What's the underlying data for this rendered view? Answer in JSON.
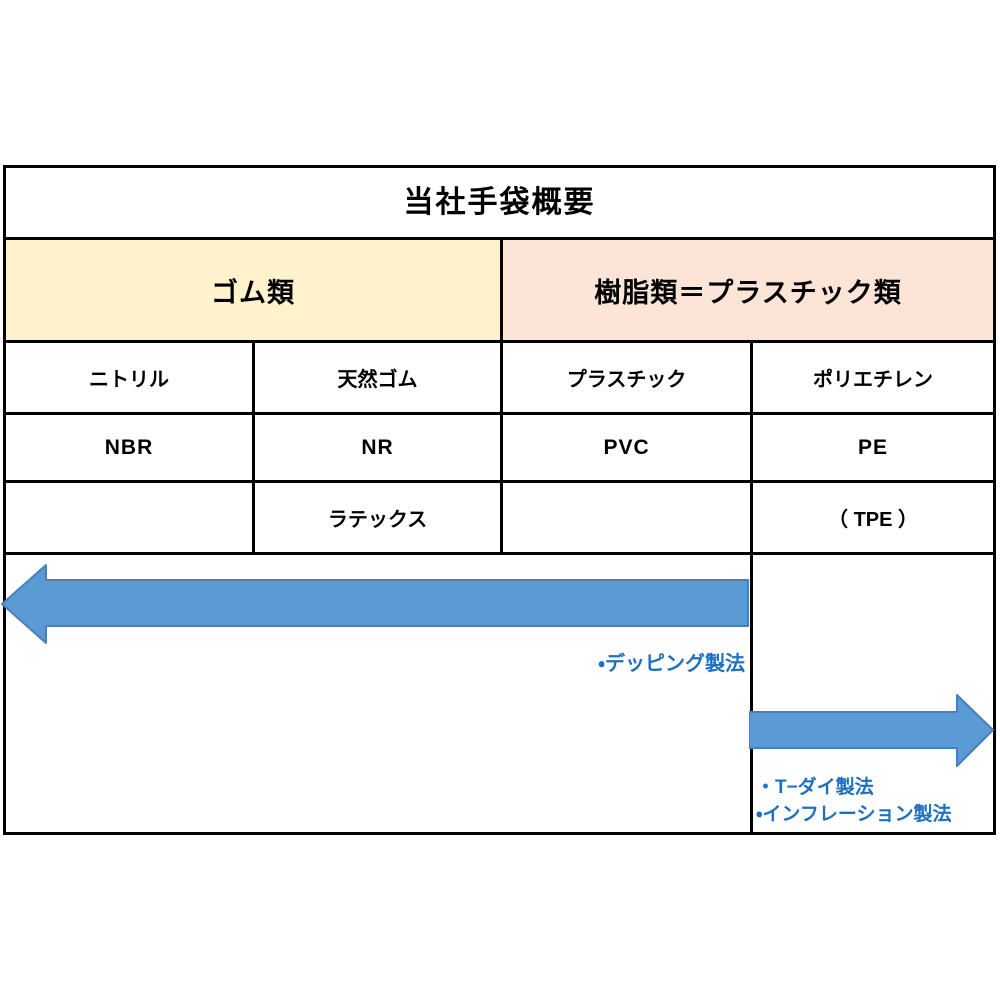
{
  "title": "当社手袋概要",
  "categories": {
    "rubber": {
      "label": "ゴム類"
    },
    "plastic": {
      "label": "樹脂類＝プラスチック類"
    }
  },
  "columns": [
    {
      "type": "ニトリル",
      "abbr": "NBR",
      "sub": ""
    },
    {
      "type": "天然ゴム",
      "abbr": "NR",
      "sub": "ラテックス"
    },
    {
      "type": "プラスチック",
      "abbr": "PVC",
      "sub": ""
    },
    {
      "type": "ポリエチレン",
      "abbr": "PE",
      "sub": "（ TPE ）"
    }
  ],
  "processes": {
    "dipping_label": "・デッピング製法",
    "tdie_label": "・T−ダイ製法",
    "inflation_label": "・インフレーション製法"
  },
  "colors": {
    "rubber_bg": "#FFF2CC",
    "plastic_bg": "#FCE4D6",
    "arrow_fill": "#5B9BD5",
    "arrow_stroke": "#4A80B8",
    "process_text": "#1B70C2",
    "border": "#000000"
  }
}
